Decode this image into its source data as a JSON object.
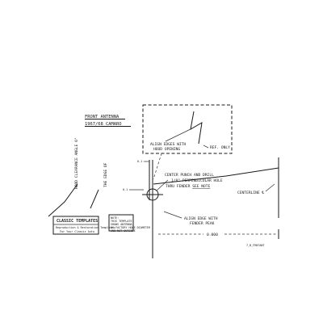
{
  "drawing": {
    "title_line1": "FRONT ANTENNA",
    "title_line2": "1967/68 CAMARO",
    "callout_box_note_line1": "ALIGN EDGES WITH",
    "callout_box_note_line2": "HOOD OPENING",
    "ref_only": "REF. ONLY",
    "hole_note_line1": "CENTER PUNCH AND DRILL",
    "hole_note_line2": "1/8\" PERPENDICULAR HOLE",
    "hole_note_line3_a": "THRU FENDER ",
    "hole_note_line3_b": "SEE NOTE",
    "dim_top": "0.1",
    "dim_left": "0.1",
    "centerline": "CENTERLINE ℄",
    "left_vertical_label": "HOOD CLEARANCE ANGLE 6°",
    "edge_label": "THE EDGE OF",
    "fender_peak_line1": "ALIGN EDGE WITH",
    "fender_peak_line2": "FENDER PEAK",
    "dim_bottom": "0.000",
    "drawing_id": "7_B_FRNTANT",
    "company_box": {
      "title": "CLASSIC TEMPLATES",
      "line1": "Reproduction & Restoration Templates",
      "line2": "For Your Classic Auto"
    },
    "note_box": {
      "head": "NOTE:",
      "line1": "THIS TEMPLATE",
      "line2": "SHOWS ANTENNA",
      "line3": "AS FACTORY HOLE DIAMETER",
      "line4": "AND NOT OUTSIDE"
    }
  }
}
